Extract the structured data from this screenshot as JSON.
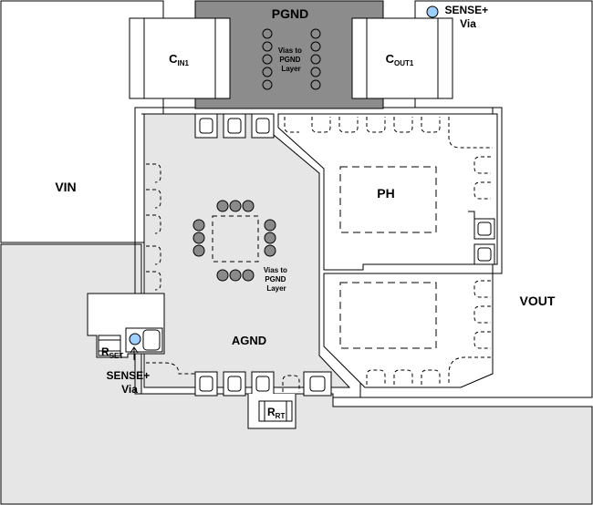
{
  "labels": {
    "pgnd": "PGND",
    "vin": "VIN",
    "vout": "VOUT",
    "ph": "PH",
    "agnd": "AGND"
  },
  "cin": {
    "main": "C",
    "sub": "IN1"
  },
  "cout": {
    "main": "C",
    "sub": "OUT1"
  },
  "rset": {
    "main": "R",
    "sub": "SET"
  },
  "rrt": {
    "main": "R",
    "sub": "RT"
  },
  "vias_pgnd_top": [
    "Vias to",
    "PGND",
    "Layer"
  ],
  "vias_pgnd_mid": [
    "Vias to",
    "PGND",
    "Layer"
  ],
  "sense_top": [
    "SENSE+",
    "Via"
  ],
  "sense_left": [
    "SENSE+",
    "Via"
  ],
  "colors": {
    "pgnd_fill": "#8c8c8c",
    "copper_fill": "#e6e6e6",
    "via_fill": "#8a8a8a",
    "sense_via_fill": "#9fcfff",
    "outline": "#000000"
  }
}
